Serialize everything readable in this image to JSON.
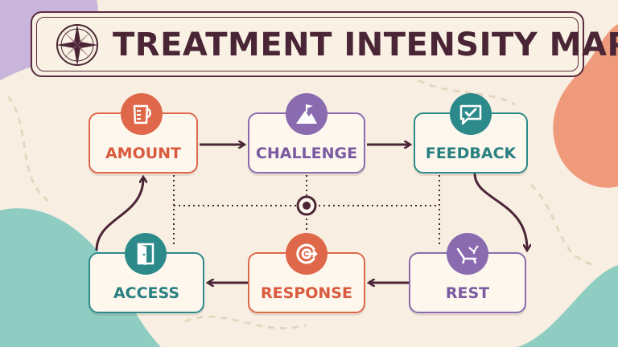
{
  "title": "TREATMENT INTENSITY MAP",
  "colors": {
    "ink": "#4a2535",
    "orange": "#e0684a",
    "purple": "#8b6bb0",
    "teal": "#2d8a8a"
  },
  "nodes": {
    "amount": {
      "label": "AMOUNT",
      "icon": "measuring-cup-icon"
    },
    "challenge": {
      "label": "CHALLENGE",
      "icon": "mountain-flag-icon"
    },
    "feedback": {
      "label": "FEEDBACK",
      "icon": "speech-check-icon"
    },
    "rest": {
      "label": "REST",
      "icon": "lounge-chair-icon"
    },
    "response": {
      "label": "RESPONSE",
      "icon": "target-arrow-icon"
    },
    "access": {
      "label": "ACCESS",
      "icon": "open-door-icon"
    }
  }
}
